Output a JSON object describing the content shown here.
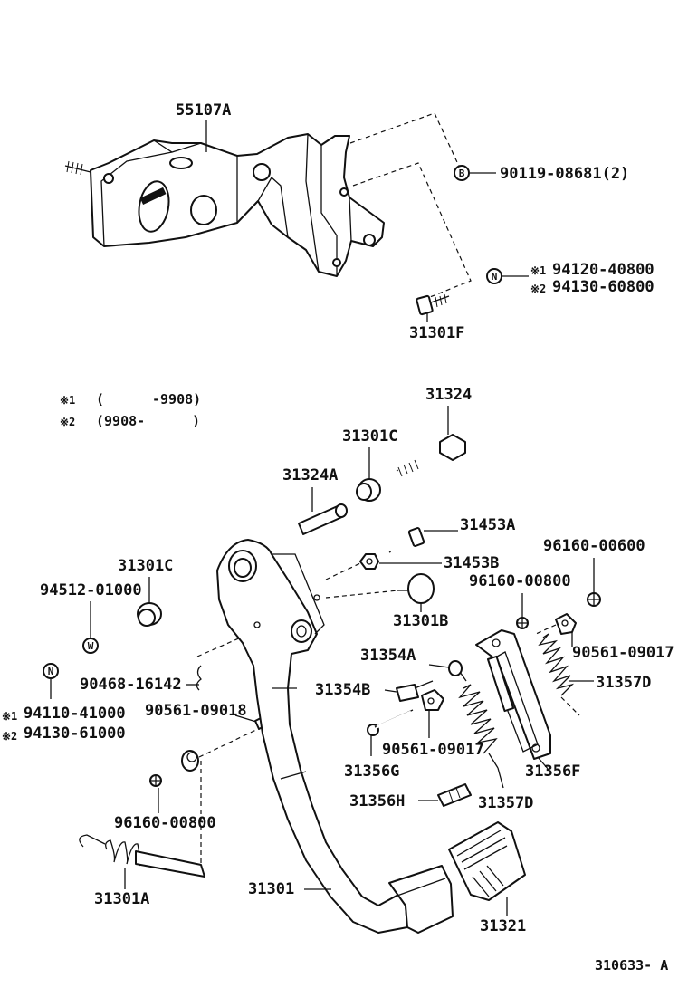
{
  "parts": {
    "p55107A": "55107A",
    "p90119": "90119-08681(2)",
    "p94120_40800": "94120-40800",
    "p94130_60800": "94130-60800",
    "p31301F": "31301F",
    "p31324": "31324",
    "p31301C_a": "31301C",
    "p31324A": "31324A",
    "p31453A": "31453A",
    "p31453B": "31453B",
    "p96160_00600": "96160-00600",
    "p31301C_b": "31301C",
    "p94512": "94512-01000",
    "p31301B": "31301B",
    "p96160_00800_a": "96160-00800",
    "p31354A": "31354A",
    "p90561_09017_a": "90561-09017",
    "p31357D_a": "31357D",
    "p90468": "90468-16142",
    "p31354B": "31354B",
    "p94110": "94110-41000",
    "p94130_61000": "94130-61000",
    "p90561_09018": "90561-09018",
    "p90561_09017_b": "90561-09017",
    "p31356G": "31356G",
    "p31356F": "31356F",
    "p31356H": "31356H",
    "p31357D_b": "31357D",
    "p96160_00800_b": "96160-00800",
    "p31301A": "31301A",
    "p31301": "31301",
    "p31321": "31321"
  },
  "notes": {
    "mark1": "※1",
    "mark2": "※2",
    "note1_open": "(",
    "note1_range": "-9908)",
    "note2_range": "(9908-",
    "note2_close": ")"
  },
  "symbols": {
    "B": "B",
    "N": "N",
    "W": "W"
  },
  "footer": {
    "code": "310633- A"
  }
}
